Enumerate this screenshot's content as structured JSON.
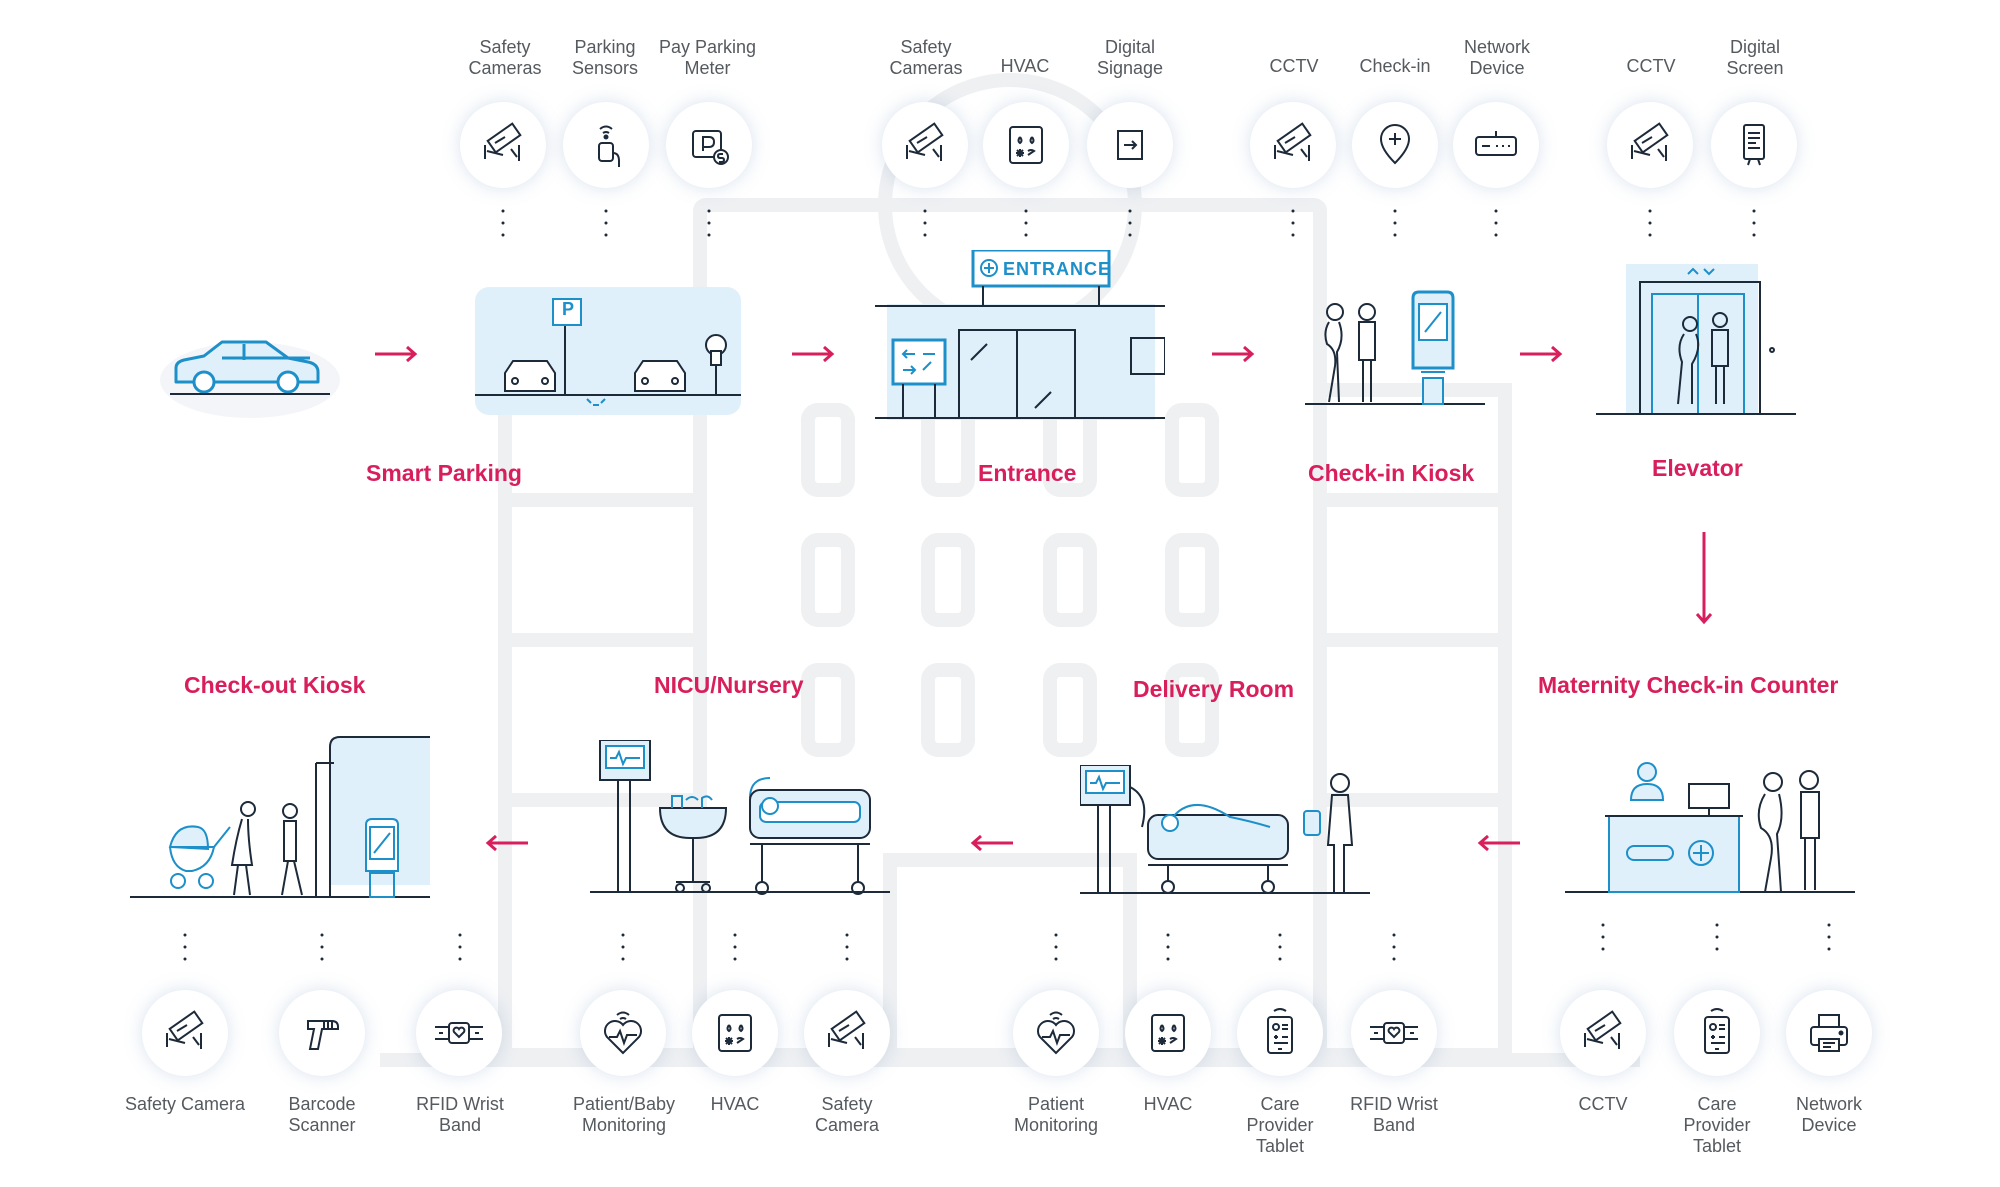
{
  "colors": {
    "accent": "#d81e5b",
    "line": "#1d2a3a",
    "blue": "#1d8fc9",
    "light_blue": "#dff0fb",
    "building": "#eef0f2",
    "label": "#555a5f"
  },
  "stages": {
    "smart_parking": "Smart Parking",
    "entrance": "Entrance",
    "checkin_kiosk": "Check-in Kiosk",
    "elevator": "Elevator",
    "maternity_checkin": "Maternity Check-in Counter",
    "delivery_room": "Delivery Room",
    "nicu": "NICU/Nursery",
    "checkout_kiosk": "Check-out Kiosk"
  },
  "signs": {
    "entrance": "ENTRANCE",
    "parking": "P"
  },
  "top_devices": {
    "parking": [
      {
        "label": [
          "Safety",
          "Cameras"
        ],
        "icon": "security-camera-icon"
      },
      {
        "label": [
          "Parking",
          "Sensors"
        ],
        "icon": "parking-sensor-icon"
      },
      {
        "label": [
          "Pay Parking",
          "Meter"
        ],
        "icon": "parking-meter-icon"
      }
    ],
    "entrance": [
      {
        "label": [
          "Safety",
          "Cameras"
        ],
        "icon": "security-camera-icon"
      },
      {
        "label": [
          "HVAC"
        ],
        "icon": "hvac-icon"
      },
      {
        "label": [
          "Digital",
          "Signage"
        ],
        "icon": "digital-signage-icon"
      }
    ],
    "checkin": [
      {
        "label": [
          "CCTV"
        ],
        "icon": "security-camera-icon"
      },
      {
        "label": [
          "Check-in"
        ],
        "icon": "location-pin-icon"
      },
      {
        "label": [
          "Network",
          "Device"
        ],
        "icon": "router-icon"
      }
    ],
    "elevator": [
      {
        "label": [
          "CCTV"
        ],
        "icon": "security-camera-icon"
      },
      {
        "label": [
          "Digital",
          "Screen"
        ],
        "icon": "digital-screen-icon"
      }
    ]
  },
  "bottom_devices": {
    "checkout": [
      {
        "label": [
          "Safety Camera"
        ],
        "icon": "security-camera-icon"
      },
      {
        "label": [
          "Barcode",
          "Scanner"
        ],
        "icon": "barcode-scanner-icon"
      },
      {
        "label": [
          "RFID Wrist",
          "Band"
        ],
        "icon": "wristband-icon"
      }
    ],
    "nicu": [
      {
        "label": [
          "Patient/Baby",
          "Monitoring"
        ],
        "icon": "heart-monitor-icon"
      },
      {
        "label": [
          "HVAC"
        ],
        "icon": "hvac-icon"
      },
      {
        "label": [
          "Safety",
          "Camera"
        ],
        "icon": "security-camera-icon"
      }
    ],
    "delivery": [
      {
        "label": [
          "Patient",
          "Monitoring"
        ],
        "icon": "heart-monitor-icon"
      },
      {
        "label": [
          "HVAC"
        ],
        "icon": "hvac-icon"
      },
      {
        "label": [
          "Care",
          "Provider",
          "Tablet"
        ],
        "icon": "tablet-icon"
      },
      {
        "label": [
          "RFID Wrist",
          "Band"
        ],
        "icon": "wristband-icon"
      }
    ],
    "maternity": [
      {
        "label": [
          "CCTV"
        ],
        "icon": "security-camera-icon"
      },
      {
        "label": [
          "Care",
          "Provider",
          "Tablet"
        ],
        "icon": "tablet-icon"
      },
      {
        "label": [
          "Network",
          "Device"
        ],
        "icon": "printer-icon"
      }
    ]
  }
}
